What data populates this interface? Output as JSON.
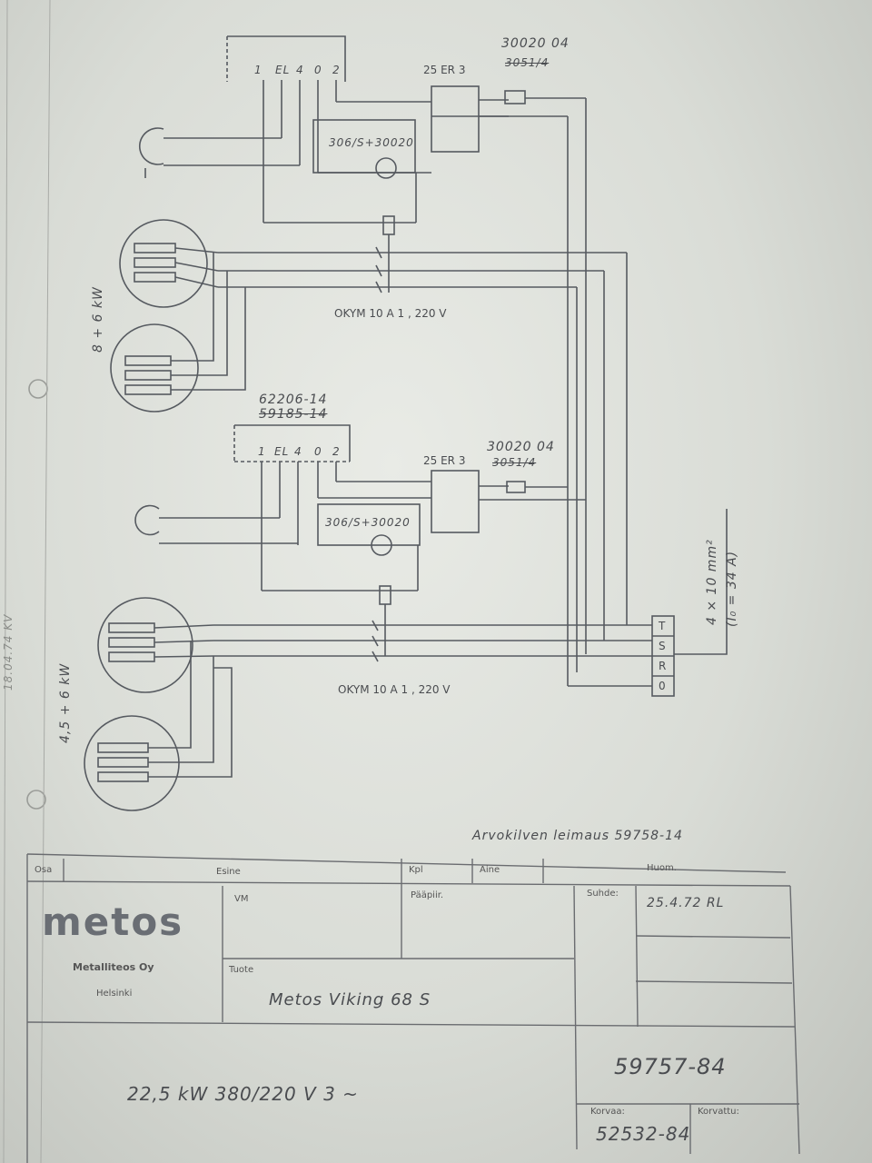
{
  "diagram": {
    "upper": {
      "relay_label": "25 ER 3",
      "relay_part": "30020 04",
      "relay_part_old": "3051/4",
      "thermostat_part": "306/S+30020",
      "contactor": "OKYM 10 A 1 , 220 V",
      "element_power": "8 + 6 kW",
      "terminal_marks": [
        "1",
        "EL",
        "4",
        "0",
        "2"
      ]
    },
    "lower": {
      "part_new": "62206-14",
      "part_old": "59185-14",
      "relay_label": "25 ER 3",
      "relay_part": "30020 04",
      "relay_part_old": "3051/4",
      "thermostat_part": "306/S+30020",
      "contactor": "OKYM 10 A 1 , 220 V",
      "element_power": "4,5 + 6 kW",
      "terminal_marks": [
        "1",
        "EL",
        "4",
        "0",
        "2"
      ]
    },
    "terminal_block": [
      "T",
      "S",
      "R",
      "0"
    ],
    "cable": "4 × 10 mm²",
    "cable_current": "(I₀ = 34 A)",
    "margin_date": "18.04.74 KV",
    "stamp_note": "Arvokilven leimaus 59758-14"
  },
  "title_block": {
    "headers": {
      "osa": "Osa",
      "esine": "Esine",
      "kpl": "Kpl",
      "aine": "Aine",
      "huom": "Huom."
    },
    "logo_text": "metos",
    "company": "Metalliteos Oy",
    "city": "Helsinki",
    "vm_label": "VM",
    "paapiir_label": "Pääpiir.",
    "suhde_label": "Suhde:",
    "date_sign": "25.4.72 RL",
    "tuote_label": "Tuote",
    "product": "Metos Viking 68 S",
    "spec": "22,5 kW    380/220 V  3 ~",
    "drawing_no": "59757-84",
    "korvaa_label": "Korvaa:",
    "korvaa_value": "52532-84",
    "korvattu_label": "Korvattu:"
  },
  "colors": {
    "ink": "#4d4f55",
    "paper": "#e2e4df",
    "table_background": "#2e2620"
  }
}
